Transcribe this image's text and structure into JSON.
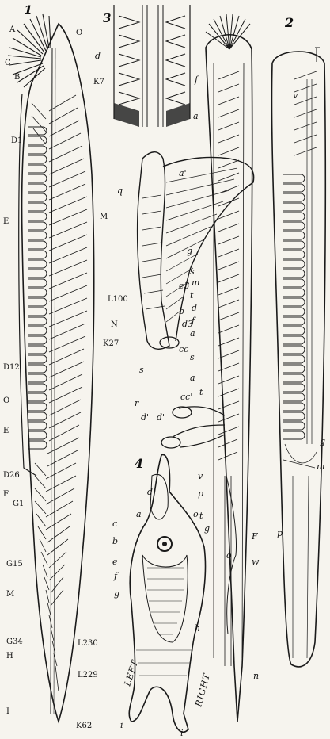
{
  "figures": {
    "fig1": "1",
    "fig2": "2",
    "fig3": "3",
    "fig4": "4"
  },
  "fig1_labels": [
    "A",
    "O",
    "C",
    "B",
    "K7",
    "D1",
    "E",
    "M",
    "L100",
    "N",
    "K27",
    "D12",
    "O",
    "E",
    "D26",
    "F",
    "G1",
    "G15",
    "M",
    "G34",
    "L230",
    "H",
    "L229",
    "I",
    "K62"
  ],
  "fig3_labels": [
    "d",
    "f",
    "a"
  ],
  "middle_labels": [
    "q",
    "a'",
    "g",
    "s",
    "m",
    "t",
    "d",
    "f",
    "a",
    "e3",
    "b",
    "d3",
    "s",
    "cc",
    "a",
    "s",
    "t",
    "cc'",
    "r",
    "d'",
    "d'",
    "v",
    "p",
    "t",
    "F",
    "o",
    "w",
    "n"
  ],
  "fig2_labels": [
    "v",
    "g",
    "m",
    "p"
  ],
  "fig4_labels": [
    "d",
    "a",
    "o",
    "c",
    "b",
    "g",
    "e",
    "f",
    "g",
    "h",
    "i",
    "i"
  ],
  "side_words": {
    "left": "LEFT",
    "right": "RIGHT"
  }
}
